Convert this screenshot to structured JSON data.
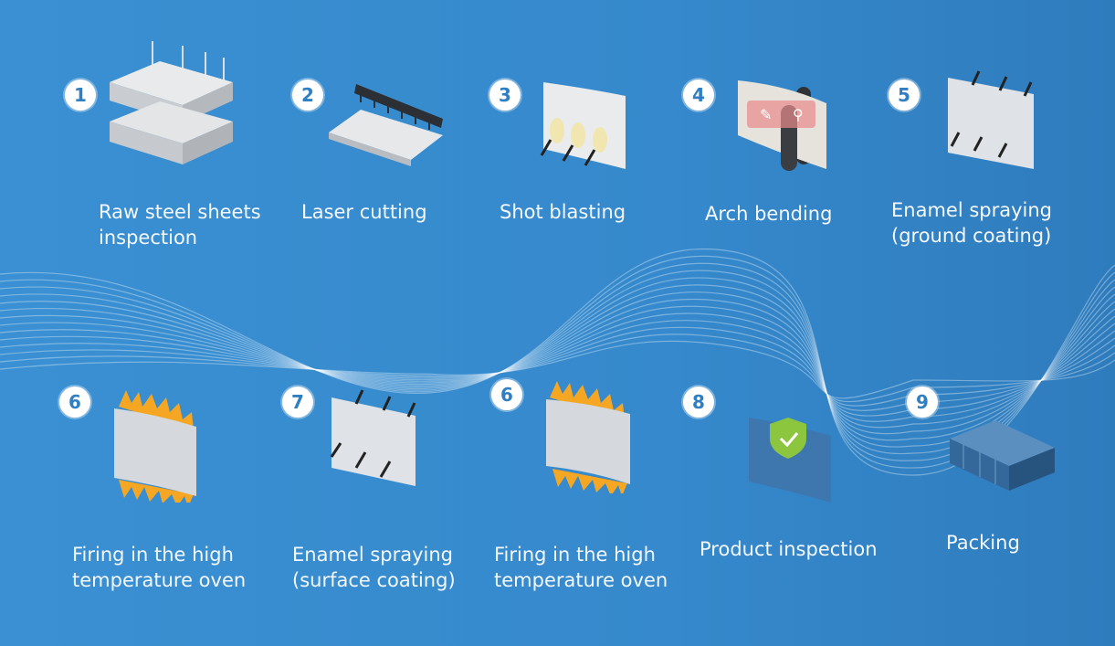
{
  "title": "Enamel steel panel production process",
  "colors": {
    "background": "#3589cc",
    "badge": "#ffffff",
    "badge_text": "#2f7fc2",
    "shield": "#8cc63f"
  },
  "steps": [
    {
      "number": "1",
      "line1": "Raw steel sheets",
      "line2": "inspection"
    },
    {
      "number": "2",
      "line1": "Laser cutting",
      "line2": ""
    },
    {
      "number": "3",
      "line1": "Shot blasting",
      "line2": ""
    },
    {
      "number": "4",
      "line1": "Arch bending",
      "line2": ""
    },
    {
      "number": "5",
      "line1": "Enamel spraying",
      "line2": "(ground coating)"
    },
    {
      "number": "6",
      "line1": "Firing in the high",
      "line2": "temperature oven"
    },
    {
      "number": "7",
      "line1": "Enamel spraying",
      "line2": "(surface coating)"
    },
    {
      "number": "6",
      "line1": "Firing in the high",
      "line2": "temperature oven"
    },
    {
      "number": "8",
      "line1": "Product inspection",
      "line2": ""
    },
    {
      "number": "9",
      "line1": "Packing",
      "line2": ""
    }
  ]
}
